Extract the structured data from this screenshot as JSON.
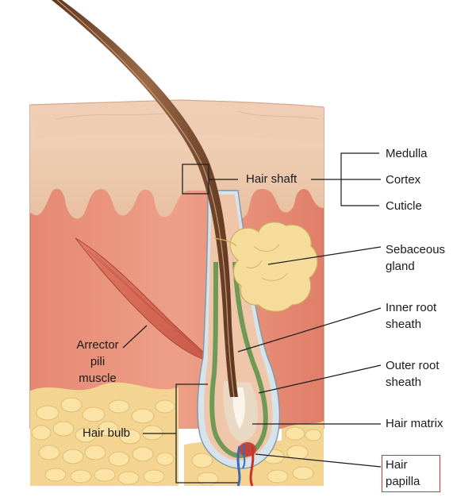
{
  "labels": {
    "hair_shaft": "Hair shaft",
    "medulla": "Medulla",
    "cortex": "Cortex",
    "cuticle": "Cuticle",
    "sebaceous_gland": [
      "Sebaceous",
      "gland"
    ],
    "inner_root_sheath": [
      "Inner root",
      "sheath"
    ],
    "outer_root_sheath": [
      "Outer root",
      "sheath"
    ],
    "hair_matrix": "Hair matrix",
    "hair_papilla": [
      "Hair",
      "papilla"
    ],
    "arrector_pili_muscle": [
      "Arrector",
      "pili",
      "muscle"
    ],
    "hair_bulb": "Hair bulb"
  },
  "highlighted_label": "hair_papilla",
  "colors": {
    "epidermis": "#ecc6a8",
    "dermis": "#e99a83",
    "fat": "#f3d591",
    "muscle": "#d66b58",
    "hair": "#7a4a2c",
    "highlight_box": "#e03030"
  }
}
